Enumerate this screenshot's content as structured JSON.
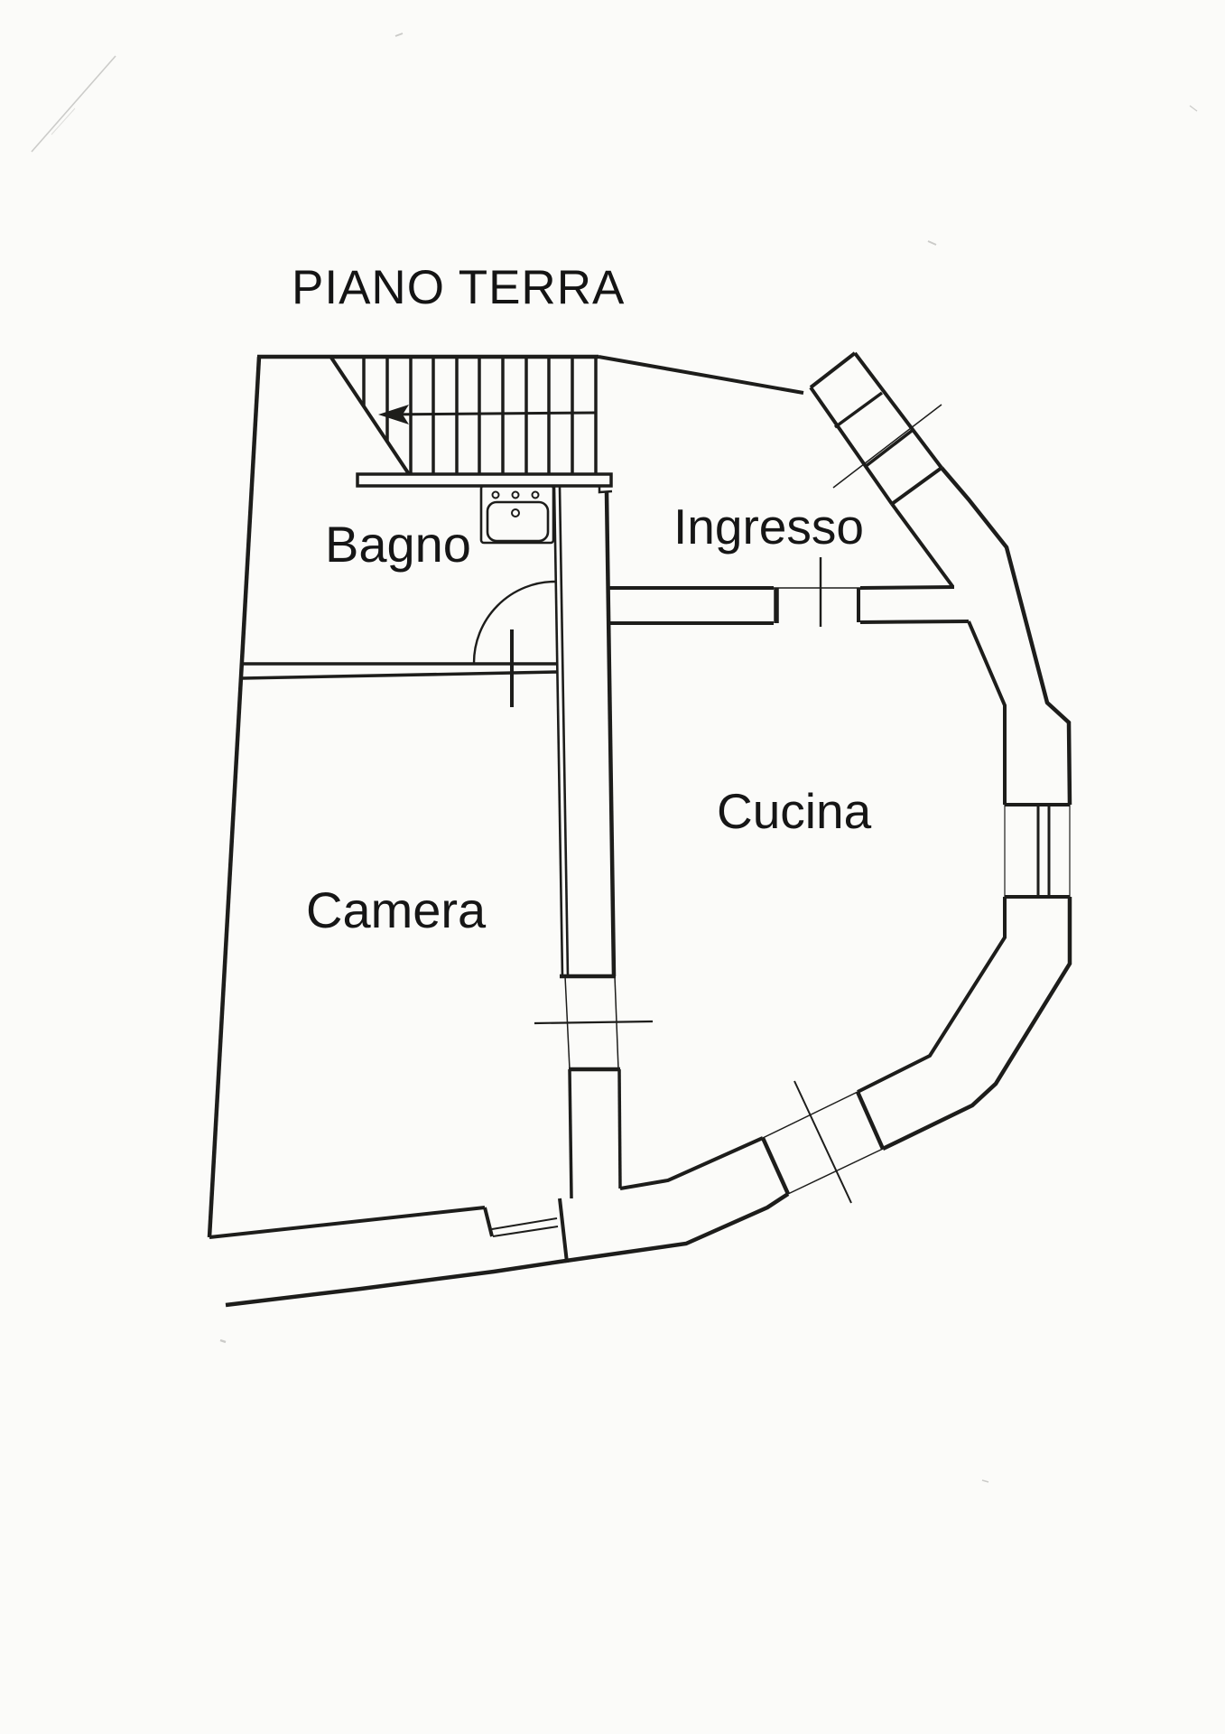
{
  "page": {
    "paper_color": "#fbfbf9",
    "ink_color": "#1d1d1b",
    "artifact_color": "#c6c6c3"
  },
  "floor_plan": {
    "title": "PIANO TERRA",
    "rooms": [
      {
        "name": "Bagno"
      },
      {
        "name": "Ingresso"
      },
      {
        "name": "Cucina"
      },
      {
        "name": "Camera"
      }
    ],
    "icons": {
      "staircase": "u-shaped-stair-with-left-arrow",
      "sink": "washbasin-three-taps",
      "bagno_door": "quarter-circle-swing-door",
      "entry_steps": "three-exterior-steps-rotated",
      "right_window": "double-line-window",
      "bottom_window": "double-line-window",
      "door_ticks": "opening-cross-ticks"
    }
  }
}
